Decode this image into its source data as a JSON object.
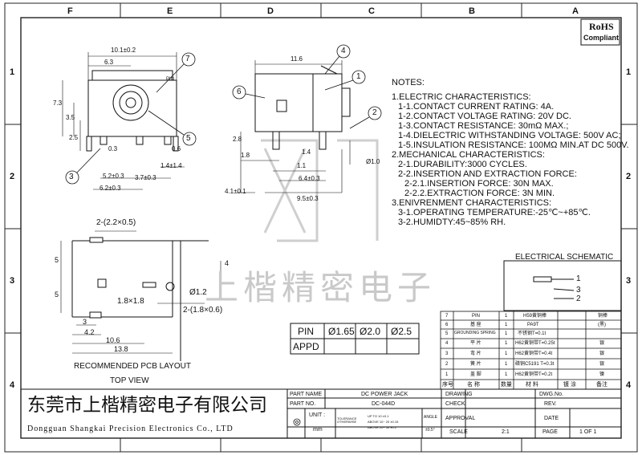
{
  "zones": {
    "columns": [
      "F",
      "E",
      "D",
      "C",
      "B",
      "A"
    ],
    "rows": [
      "1",
      "2",
      "3",
      "4"
    ]
  },
  "rohs": {
    "line1": "RoHS",
    "line2": "Compliant"
  },
  "notes": {
    "title": "NOTES:",
    "lines": [
      "1.ELECTRIC CHARACTERISTICS:",
      "1-1.CONTACT CURRENT RATING: 4A.",
      "1-2.CONTACT VOLTAGE RATING: 20V DC.",
      "1-3.CONTACT RESISTANCE: 30mΩ MAX.;",
      "1-4.DIELECTRIC WITHSTANDING VOLTAGE: 500V AC;",
      "1-5.INSULATION RESISTANCE: 100MΩ MIN.AT DC 500V.",
      "2.MECHANICAL CHARACTERISTICS:",
      "2-1.DURABILITY:3000 CYCLES.",
      "2-2.INSERTION AND EXTRACTION FORCE:",
      "2-2.1.INSERTION FORCE: 30N MAX.",
      "2-2.2.EXTRACTION FORCE: 3N MIN.",
      "3.ENIVRENMENT CHARACTERISTICS:",
      "3-1.OPERATING TEMPERATURE:-25℃~+85℃.",
      "3-2.HUMIDTY:45~85% RH."
    ]
  },
  "front_view_dims": {
    "width": "10.1±0.2",
    "center": "6.3",
    "height": "7.3",
    "h2": "3.5",
    "h3": "2.5",
    "pin_off": "0.3",
    "pin_w": "0.6",
    "sq": "1.4±1.4",
    "p1": "5.2±0.3",
    "p2": "3.7±0.3",
    "p3": "6.2±0.3",
    "balloons": [
      "7",
      "5",
      "3"
    ],
    "pin_label": "PIN"
  },
  "side_view_dims": {
    "length": "11.6",
    "h": "2.8",
    "a": "1.8",
    "b": "1.4",
    "c": "1.1",
    "d": "6.4±0.3",
    "e": "9.5±0.3",
    "f": "4.1±0.1",
    "hole": "Ø1.0",
    "balloons": [
      "4",
      "1",
      "6",
      "2"
    ]
  },
  "pcb_layout": {
    "slot1": "2-(2.2×0.5)",
    "slot2": "2-(1.8×0.6)",
    "sq": "1.8×1.8",
    "hole": "Ø1.2",
    "d5a": "5",
    "d5b": "5",
    "d4": "4",
    "d3": "3",
    "d4_2": "4.2",
    "d10_6": "10.6",
    "d13_8": "13.8",
    "caption1": "RECOMMENDED PCB LAYOUT",
    "caption2": "TOP VIEW"
  },
  "pin_table": {
    "headers": [
      "PIN",
      "Ø1.65",
      "Ø2.0",
      "Ø2.5"
    ],
    "row": [
      "APPD",
      "",
      "",
      ""
    ]
  },
  "schematic": {
    "title": "ELECTRICAL SCHEMATIC",
    "pins": [
      "1",
      "3",
      "2"
    ]
  },
  "bom": {
    "rows": [
      {
        "no": "7",
        "name": "PIN",
        "qty": "1",
        "mat": "H59黄铜棒",
        "plate": "",
        "finish": "铜棒"
      },
      {
        "no": "6",
        "name": "基 座",
        "qty": "1",
        "mat": "PA9T",
        "plate": "",
        "finish": "(黑)"
      },
      {
        "no": "5",
        "name": "GROUNDING SPRING",
        "qty": "1",
        "mat": "不锈钢T=0.1t",
        "plate": "",
        "finish": ""
      },
      {
        "no": "4",
        "name": "平 片",
        "qty": "1",
        "mat": "H62黄铜带T=0.25t",
        "plate": "",
        "finish": "银"
      },
      {
        "no": "3",
        "name": "弯 片",
        "qty": "1",
        "mat": "H62黄铜带T=0.4t",
        "plate": "",
        "finish": "银"
      },
      {
        "no": "2",
        "name": "簧 片",
        "qty": "1",
        "mat": "磷铜C5191 T=0.3t",
        "plate": "",
        "finish": "银"
      },
      {
        "no": "1",
        "name": "盖 脚",
        "qty": "1",
        "mat": "H62黄铜带T=0.2t",
        "plate": "",
        "finish": "镍"
      }
    ],
    "header": [
      "序号",
      "名 称",
      "数量",
      "材 料",
      "镀 涂",
      "备注"
    ]
  },
  "title_block": {
    "company_cn": "东莞市上楷精密电子有限公司",
    "company_en": "Dongguan Shangkai Precision Electronics Co., LTD",
    "part_name_label": "PART NAME",
    "part_name": "DC POWER JACK",
    "part_no_label": "PART NO.",
    "part_no": "DC-044D",
    "unit_label": "UNIT :",
    "unit": "mm",
    "tol_label": "TOLERANCE OTHERWISE",
    "tol1": "UP TO 10 ±0.1",
    "tol2": "ABOVE 10~ 20 ±0.15",
    "tol3": "ABOVE 20~ 50 ±0.2",
    "angle_label": "ANGLE",
    "angle": "±0.5°",
    "drawing_label": "DRAWING",
    "check_label": "CHECK",
    "approval_label": "APPROVAL",
    "scale_label": "SCALE",
    "scale": "2:1",
    "dwg_label": "DWG.No.",
    "rev_label": "REV.",
    "date_label": "DATE",
    "page_label": "PAGE",
    "page": "1 OF 1"
  },
  "watermark": "上楷精密电子"
}
